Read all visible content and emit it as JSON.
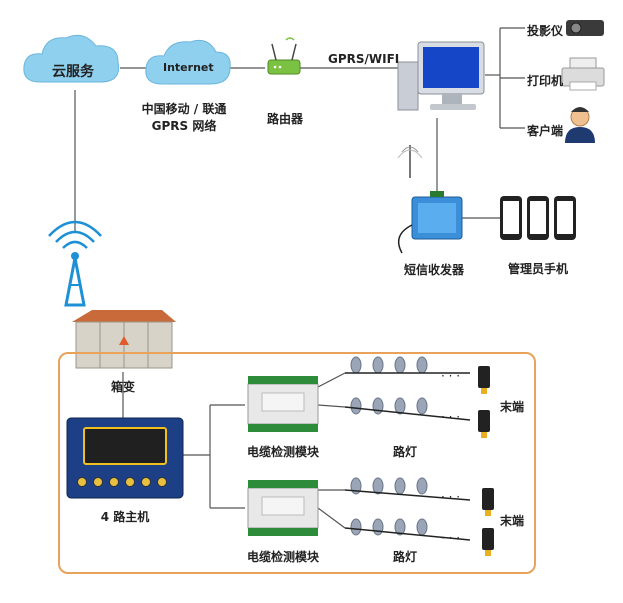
{
  "labels": {
    "cloud": "云服务",
    "internet": "Internet",
    "carrier_line1": "中国移动 / 联通",
    "carrier_line2": "GPRS 网络",
    "router": "路由器",
    "link": "GPRS/WIFI",
    "projector": "投影仪",
    "printer": "打印机",
    "client": "客户端",
    "sms": "短信收发器",
    "admin_phone": "管理员手机",
    "substation": "箱变",
    "host": "4 路主机",
    "module": "电缆检测模块",
    "streetlight": "路灯",
    "end": "末端",
    "ellipsis": "· · ·"
  },
  "colors": {
    "frame": "#e8a25a",
    "line": "#555555",
    "cloud": "#8fd0ee",
    "router": "#7cc242",
    "sms_device": "#3a8fd8",
    "tower": "#1e90d6"
  }
}
